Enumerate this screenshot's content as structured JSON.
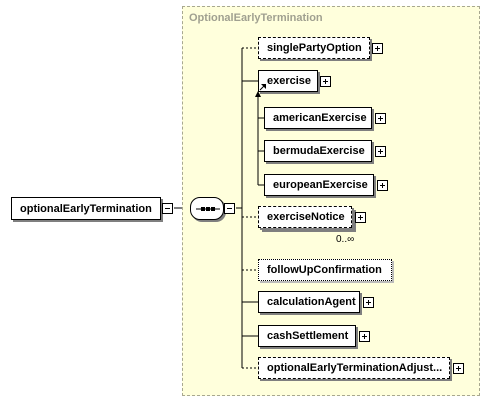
{
  "group": {
    "title": "OptionalEarlyTermination"
  },
  "root": {
    "label": "optionalEarlyTermination"
  },
  "sequence": {
    "name": "sequence-compositor"
  },
  "elements": [
    {
      "label": "singlePartyOption",
      "style": "dashed"
    },
    {
      "label": "exercise",
      "style": "solid"
    },
    {
      "label": "exerciseNotice",
      "style": "dashed",
      "occurrence": "0..∞"
    },
    {
      "label": "followUpConfirmation",
      "style": "dotted"
    },
    {
      "label": "calculationAgent",
      "style": "solid"
    },
    {
      "label": "cashSettlement",
      "style": "solid"
    },
    {
      "label": "optionalEarlyTerminationAdjust...",
      "style": "dashed"
    }
  ],
  "choice_elements": [
    {
      "label": "americanExercise"
    },
    {
      "label": "bermudaExercise"
    },
    {
      "label": "europeanExercise"
    }
  ]
}
